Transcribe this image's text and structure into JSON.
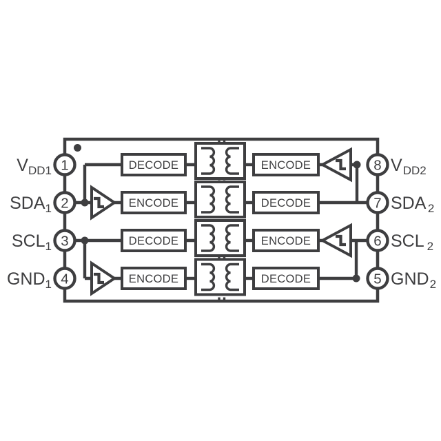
{
  "diagram": {
    "background": "#ffffff",
    "ink_color": "#3e3e40",
    "pins_left": [
      {
        "number": "1",
        "name": "V",
        "subscript": "DD1"
      },
      {
        "number": "2",
        "name": "SDA",
        "subscript": "1"
      },
      {
        "number": "3",
        "name": "SCL",
        "subscript": "1"
      },
      {
        "number": "4",
        "name": "GND",
        "subscript": "1"
      }
    ],
    "pins_right": [
      {
        "number": "8",
        "name": "V",
        "subscript": "DD2"
      },
      {
        "number": "7",
        "name": "SDA",
        "subscript": "2"
      },
      {
        "number": "6",
        "name": "SCL",
        "subscript": "2"
      },
      {
        "number": "5",
        "name": "GND",
        "subscript": "2"
      }
    ],
    "channels": [
      {
        "left_block": "DECODE",
        "right_block": "ENCODE"
      },
      {
        "left_block": "ENCODE",
        "right_block": "DECODE"
      },
      {
        "left_block": "DECODE",
        "right_block": "ENCODE"
      },
      {
        "left_block": "ENCODE",
        "right_block": "DECODE"
      }
    ]
  }
}
